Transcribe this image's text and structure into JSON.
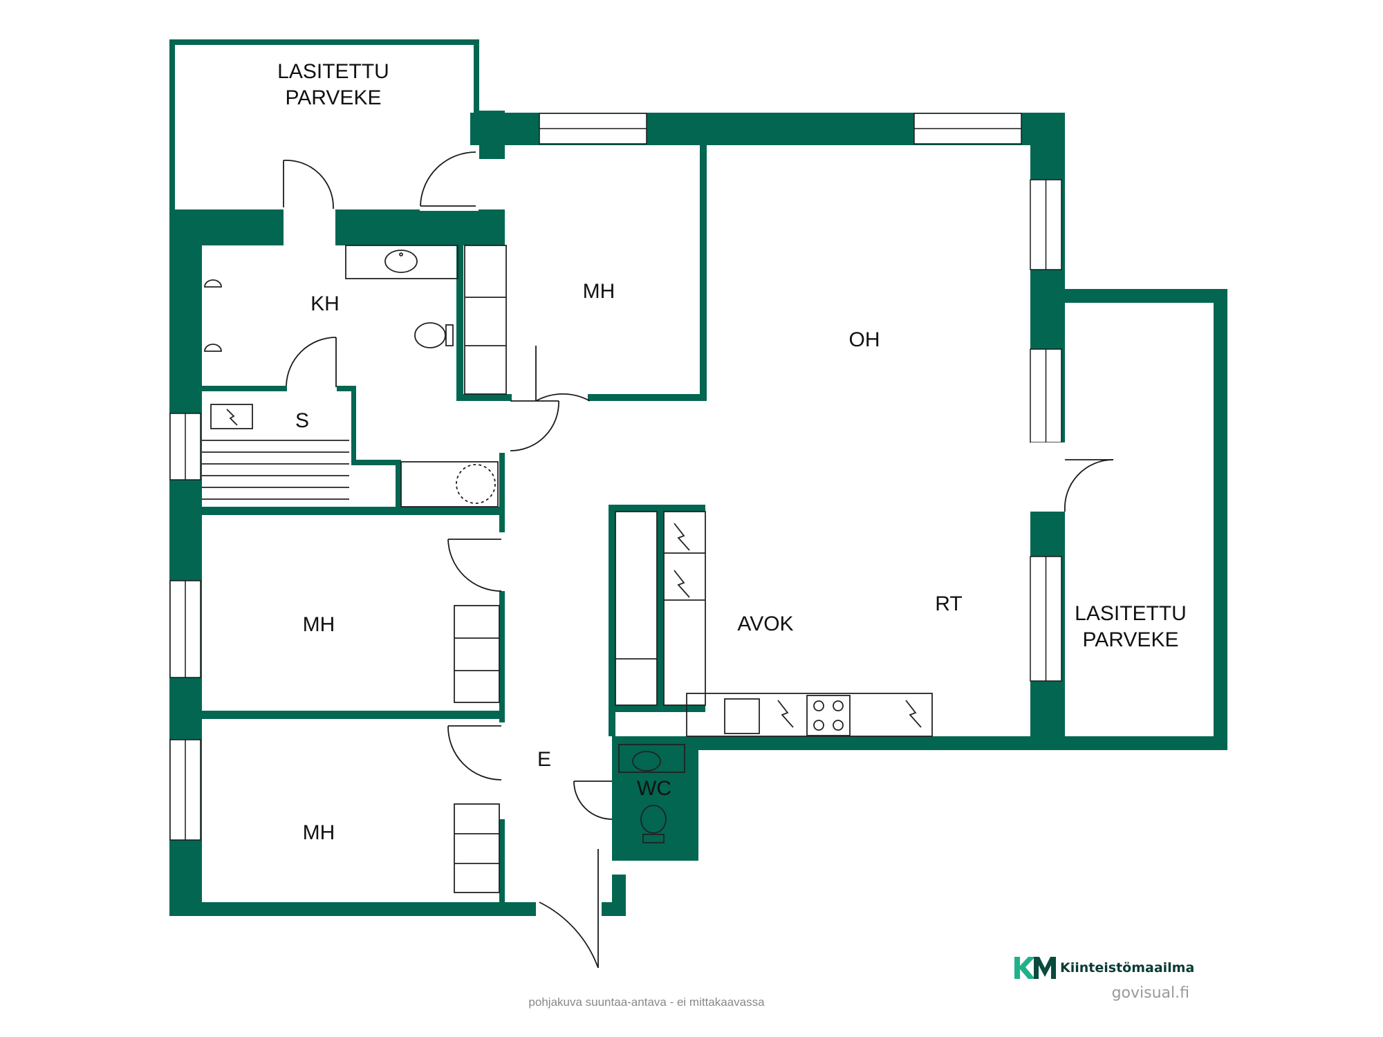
{
  "colors": {
    "wall": "#036651",
    "line": "#1a1a1a",
    "fixture": "#444444",
    "logo_k": "#1fb28a",
    "logo_m": "#0a4a3f"
  },
  "rooms": {
    "balcony_top": "LASITETTU\nPARVEKE",
    "kh": "KH",
    "mh_top": "MH",
    "oh": "OH",
    "s": "S",
    "mh_mid": "MH",
    "mh_bottom": "MH",
    "avok": "AVOK",
    "rt": "RT",
    "e": "E",
    "wc": "WC",
    "balcony_right": "LASITETTU\nPARVEKE"
  },
  "footer": {
    "note": "pohjakuva suuntaa-antava - ei mittakaavassa"
  },
  "brand": {
    "logo_k": "K",
    "logo_m": "M",
    "name": "Kiinteistömaailma",
    "site": "govisual.fi"
  }
}
